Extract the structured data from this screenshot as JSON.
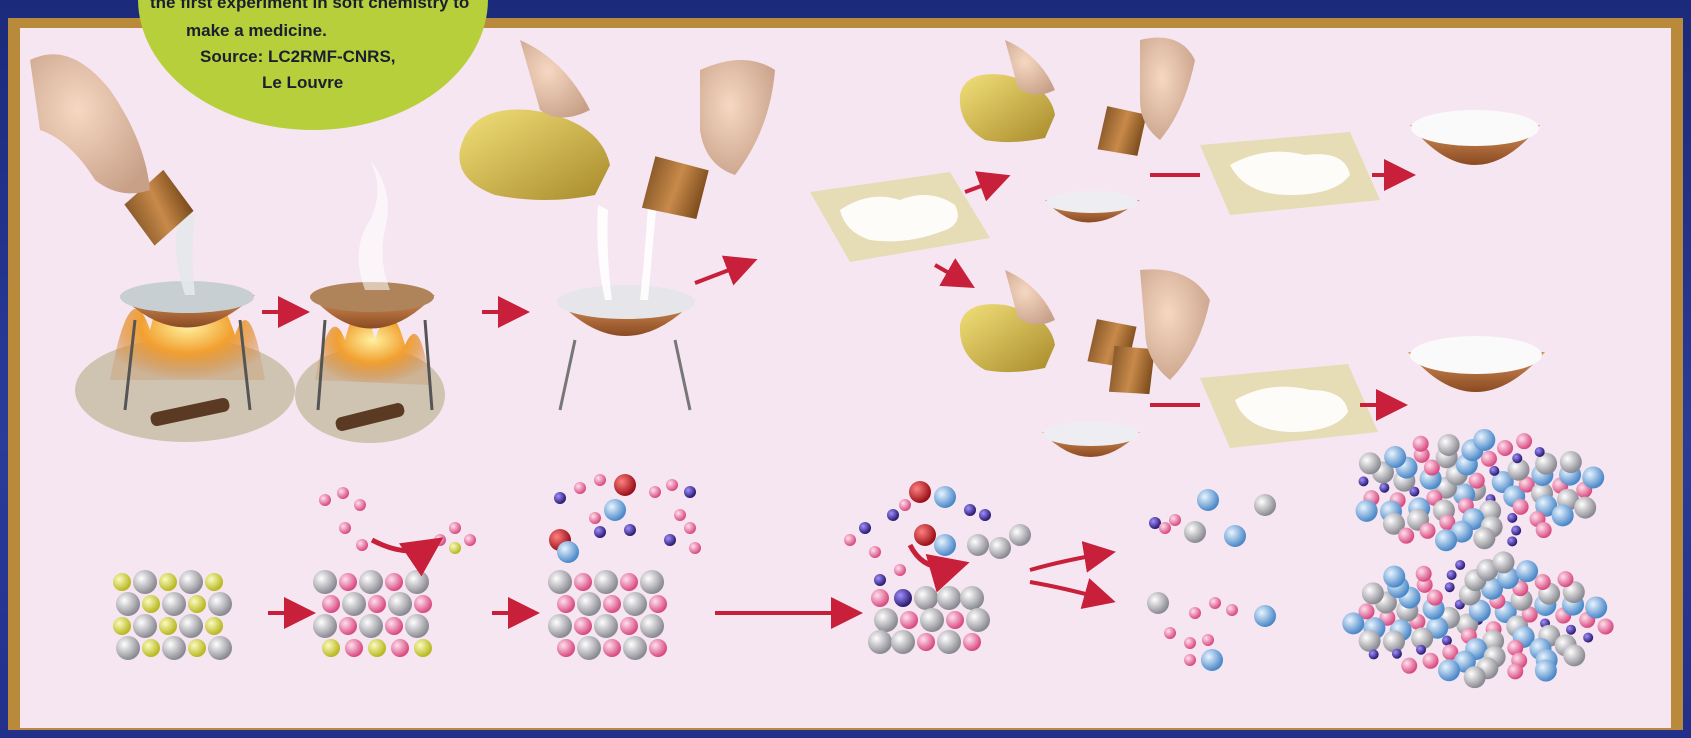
{
  "callout": {
    "line1": "the first experiment in soft chemistry to",
    "line2": "make a medicine.",
    "line3": "Source: LC2RMF-CNRS,",
    "line4": "Le Louvre"
  },
  "colors": {
    "background": "#f6e6f2",
    "border": "#b98a3a",
    "outer": "#22308a",
    "callout": "#b6cf3a",
    "arrow": "#c8203a",
    "bowl": "#b8733a",
    "atom_grey": "#c8c8cc",
    "atom_yellow": "#e0e05a",
    "atom_pink": "#e87aa0",
    "atom_blue": "#7ab0e0",
    "atom_red": "#c8202a",
    "atom_navy": "#3a2a8a"
  },
  "icons": [
    "hand-pouring-jar-icon",
    "fire-icon",
    "bowl-icon",
    "tripod-icon",
    "flask-icon",
    "powder-sheet-icon",
    "arrow-icon",
    "atom-icon"
  ]
}
